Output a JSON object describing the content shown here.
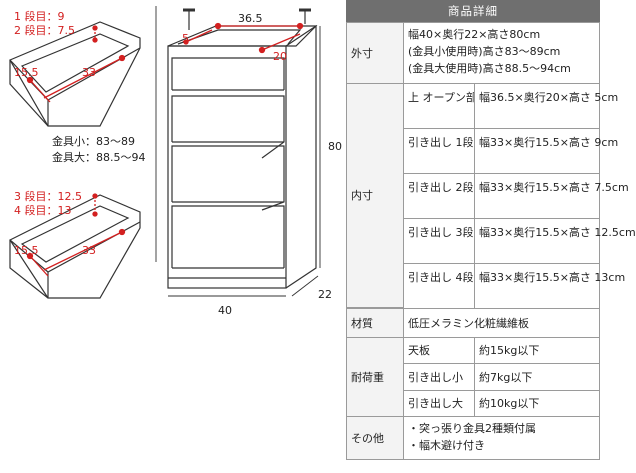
{
  "figure": {
    "drawer_upper": {
      "label1": "1 段目：9",
      "label2": "2 段目：7.5",
      "depth": "15.5",
      "width": "33"
    },
    "fittings": {
      "small": "金具小：83～89",
      "large": "金具大：88.5～94"
    },
    "drawer_lower": {
      "label3": "3 段目：12.5",
      "label4": "4 段目：13",
      "depth": "15.5",
      "width": "33"
    },
    "cabinet": {
      "top_width": "36.5",
      "top_side": "5",
      "top_depth": "20",
      "height": "80",
      "width": "40",
      "depth": "22"
    }
  },
  "spec": {
    "title": "商品詳細",
    "outer_label": "外寸",
    "outer_lines": [
      "幅40×奥行22×高さ80cm",
      "(金具小使用時)高さ83～89cm",
      "(金具大使用時)高さ88.5～94cm"
    ],
    "inner_label": "内寸",
    "inner_rows": [
      {
        "name": "上\nオープン部",
        "value": "幅36.5×奥行20×高さ\n5cm"
      },
      {
        "name": "引き出し\n1段",
        "value": "幅33×奥行15.5×高さ\n9cm"
      },
      {
        "name": "引き出し\n2段目",
        "value": "幅33×奥行15.5×高さ\n7.5cm"
      },
      {
        "name": "引き出し\n3段目",
        "value": "幅33×奥行15.5×高さ\n12.5cm"
      },
      {
        "name": "引き出し\n4段目",
        "value": "幅33×奥行15.5×高さ\n13cm"
      }
    ],
    "material_label": "材質",
    "material_value": "低圧メラミン化粧繊維板",
    "load_label": "耐荷重",
    "load_rows": [
      {
        "name": "天板",
        "value": "約15kg以下"
      },
      {
        "name": "引き出し小",
        "value": "約7kg以下"
      },
      {
        "name": "引き出し大",
        "value": "約10kg以下"
      }
    ],
    "other_label": "その他",
    "other_lines": [
      "・突っ張り金具2種類付属",
      "・幅木避け付き"
    ]
  }
}
